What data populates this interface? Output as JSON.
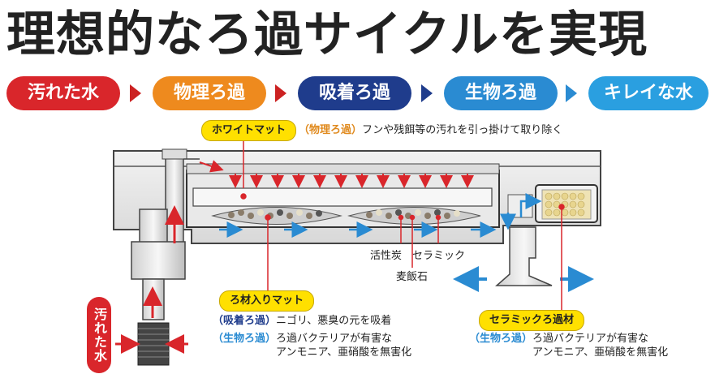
{
  "title": "理想的なろ過サイクルを実現",
  "flow": {
    "steps": [
      {
        "label": "汚れた水",
        "color": "#d9262b"
      },
      {
        "label": "物理ろ過",
        "color": "#ee8a1e"
      },
      {
        "label": "吸着ろ過",
        "color": "#1f3c8c"
      },
      {
        "label": "生物ろ過",
        "color": "#2a8bd2"
      },
      {
        "label": "キレイな水",
        "color": "#2a9fe0"
      }
    ],
    "arrow_color": "#cc2222"
  },
  "white_mat": {
    "tag": "ホワイトマット",
    "type": "（物理ろ過）",
    "desc": "フンや残餌等の汚れを引っ掛けて取り除く"
  },
  "media_labels": {
    "carbon": "活性炭",
    "ceramic": "セラミック",
    "bakuhanseki": "麦飯石"
  },
  "media_mat": {
    "tag": "ろ材入りマット",
    "line1_type": "（吸着ろ過）",
    "line1_text": "ニゴリ、悪臭の元を吸着",
    "line2_type": "（生物ろ過）",
    "line2_text": "ろ過バクテリアが有害な",
    "line3_text": "アンモニア、亜硝酸を無害化"
  },
  "ceramic_media": {
    "tag": "セラミックろ過材",
    "line1_type": "（生物ろ過）",
    "line1_text": "ろ過バクテリアが有害な",
    "line2_text": "アンモニア、亜硝酸を無害化"
  },
  "dirty_water_tag": "汚れた水",
  "colors": {
    "red_arrow": "#d9262b",
    "blue_arrow": "#2a8bd2",
    "tag_yellow": "#ffe000",
    "leader_red": "#d9262b"
  }
}
